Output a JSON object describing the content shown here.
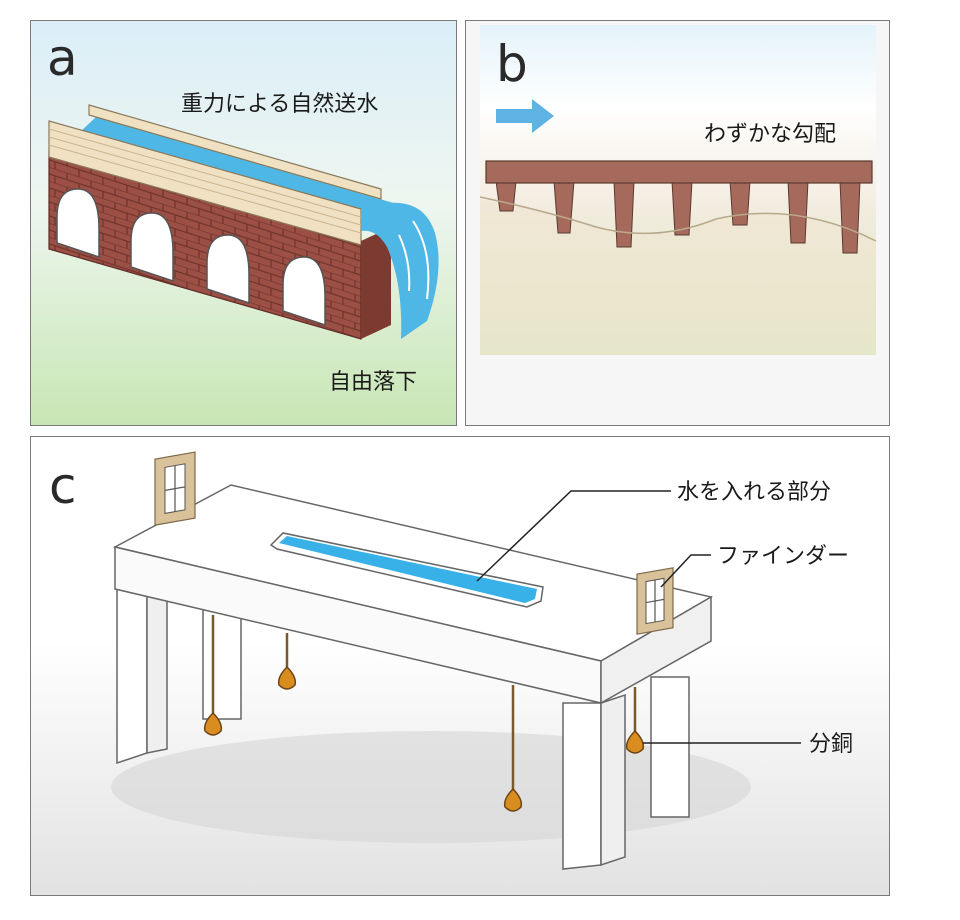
{
  "panel_a": {
    "letter": "a",
    "label_gravity": "重力による自然送水",
    "label_fall": "自由落下"
  },
  "panel_b": {
    "letter": "b",
    "label_slope": "わずかな勾配"
  },
  "panel_c": {
    "letter": "c",
    "label_water": "水を入れる部分",
    "label_finder": "ファインダー",
    "label_weight": "分銅"
  },
  "colors": {
    "water": "#4fb7e6",
    "brick": "#a0554a",
    "wood": "#f1e1c3",
    "pier": "#a56a5c",
    "arrow": "#5fb3e4",
    "weight": "#d98c1f"
  }
}
